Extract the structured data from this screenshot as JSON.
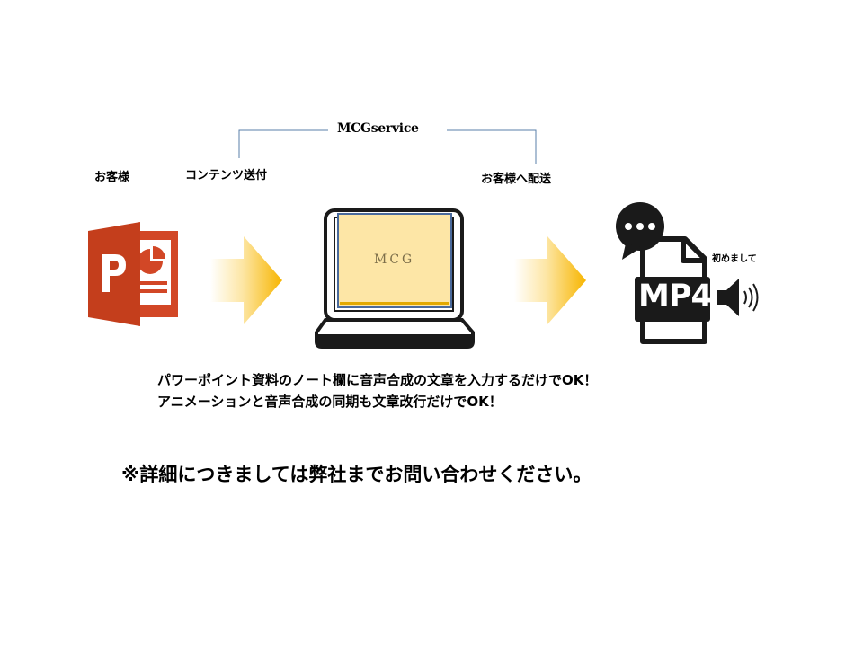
{
  "service": {
    "label": "MCGservice"
  },
  "labels": {
    "customer": "お客様",
    "content_send": "コンテンツ送付",
    "deliver": "お客様へ配送",
    "greeting": "初めまして"
  },
  "laptop": {
    "screen_text": "MCG"
  },
  "mp4_icon": {
    "text": "MP4"
  },
  "description": {
    "line1": "パワーポイント資料のノート欄に音声合成の文章を入力するだけでOK！",
    "line2": "アニメーションと音声合成の同期も文章改行だけでOK！"
  },
  "notice": "※詳細につきましては弊社までお問い合わせください。",
  "icons": {
    "powerpoint": "powerpoint-icon",
    "arrow": "arrow-right-icon",
    "laptop": "laptop-icon",
    "chat": "chat-bubble-icon",
    "mp4_file": "mp4-file-icon",
    "speaker": "speaker-icon"
  },
  "colors": {
    "bracket_line": "#5a7fa8",
    "powerpoint_red": "#d24726",
    "arrow_yellow": "#f7b500",
    "screen_fill": "#fde6a6",
    "screen_border": "#4a6a9c",
    "dark": "#1a1a1a"
  }
}
